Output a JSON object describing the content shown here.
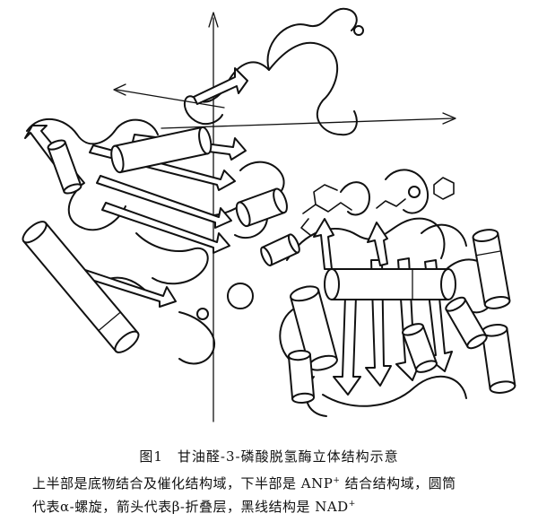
{
  "caption": {
    "title": "图1　甘油醛-3-磷酸脱氢酶立体结构示意",
    "line1_pre": "上半部是底物结合及催化结构域，下半部是 ANP",
    "line1_sup": "+",
    "line1_post": " 结合结构域，圆筒",
    "line2_pre": "代表α-螺旋，箭头代表β-折叠层，黑线结构是 NAD",
    "line2_sup": "+"
  },
  "colors": {
    "ink": "#111111",
    "paper": "#ffffff"
  }
}
